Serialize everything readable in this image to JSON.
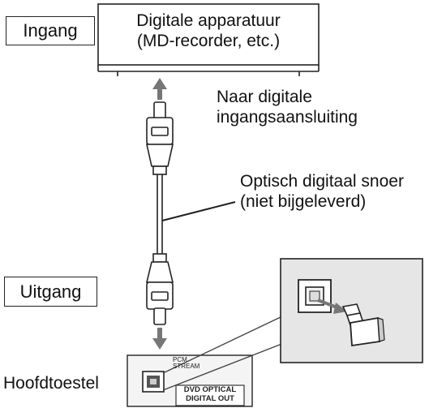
{
  "labels": {
    "input": "Ingang",
    "output": "Uitgang",
    "main_unit": "Hoofdtoestel"
  },
  "device": {
    "line1": "Digitale apparatuur",
    "line2": "(MD-recorder, etc.)"
  },
  "callouts": {
    "to_input_line1": "Naar digitale",
    "to_input_line2": "ingangsaansluiting",
    "cable_line1": "Optisch digitaal snoer",
    "cable_line2": "(niet bijgeleverd)"
  },
  "panel": {
    "pcm_line1": "PCM",
    "pcm_line2": "STREAM",
    "jack_line1": "DVD OPTICAL",
    "jack_line2": "DIGITAL OUT"
  }
}
